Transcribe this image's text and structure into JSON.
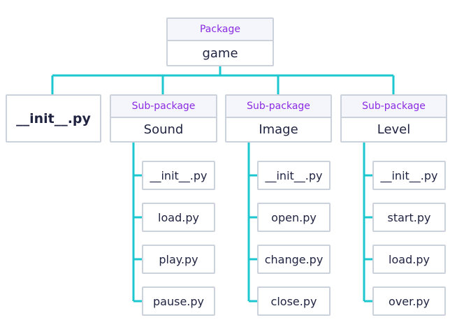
{
  "colors": {
    "connector": "#1cc7d0",
    "border": "#ccd2dc",
    "label_accent": "#8a2be2",
    "text": "#1f2340",
    "tag_bg": "#f5f6fb"
  },
  "root": {
    "tag": "Package",
    "name": "game"
  },
  "top_file": "__init__.py",
  "subpackages": [
    {
      "tag": "Sub-package",
      "name": "Sound",
      "files": [
        "__init__.py",
        "load.py",
        "play.py",
        "pause.py"
      ]
    },
    {
      "tag": "Sub-package",
      "name": "Image",
      "files": [
        "__init__.py",
        "open.py",
        "change.py",
        "close.py"
      ]
    },
    {
      "tag": "Sub-package",
      "name": "Level",
      "files": [
        "__init__.py",
        "start.py",
        "load.py",
        "over.py"
      ]
    }
  ]
}
